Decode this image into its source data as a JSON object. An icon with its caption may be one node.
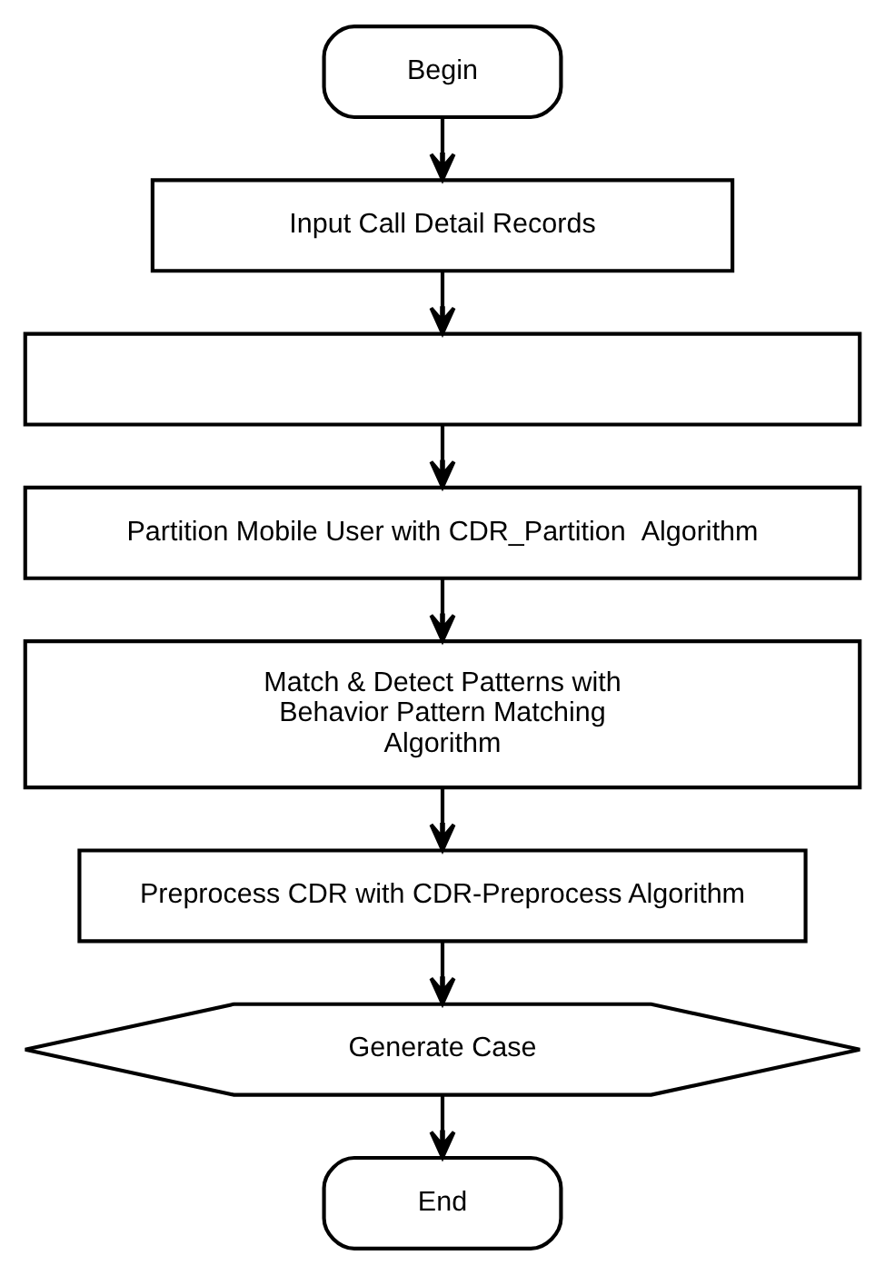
{
  "diagram": {
    "nodes": [
      {
        "text": [
          "Begin"
        ]
      },
      {
        "text": [
          "Input Call Detail Records"
        ]
      },
      {
        "text": [],
        "shape": "box"
      },
      {
        "text": [
          "Partition Mobile User with CDR_Partition  Algorithm"
        ]
      },
      {
        "text": [
          "Match & Detect Patterns with Behavior Pattern Matching Algorithm"
        ]
      },
      {
        "text": [
          "Preprocess CDR with CDR-Preprocess Algorithm"
        ]
      },
      {
        "text": [
          "Generate Case"
        ]
      },
      {
        "text": [
          "End"
        ]
      }
    ],
    "edges": [
      {
        "from": 0,
        "to": 1,
        "arrow": "to"
      },
      {
        "from": 1,
        "to": 2,
        "arrow": "to"
      },
      {
        "from": 2,
        "to": 3,
        "arrow": "to"
      },
      {
        "from": 3,
        "to": 4,
        "arrow": "to"
      },
      {
        "from": 4,
        "to": 5,
        "arrow": "to"
      },
      {
        "from": 5,
        "to": 6,
        "arrow": "to"
      },
      {
        "from": 6,
        "to": 7,
        "arrow": "to"
      }
    ]
  }
}
